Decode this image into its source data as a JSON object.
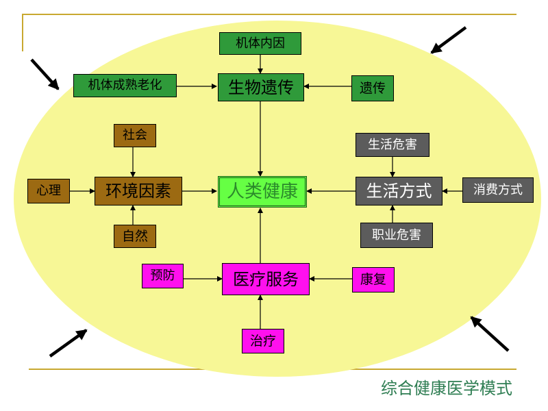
{
  "center": {
    "label": "人类健康"
  },
  "genetics": {
    "title": "生物遗传",
    "inputs": {
      "top": "机体内因",
      "left": "机体成熟老化",
      "right": "遗传"
    }
  },
  "environment": {
    "title": "环境因素",
    "inputs": {
      "top": "社会",
      "left": "心理",
      "bottom": "自然"
    }
  },
  "lifestyle": {
    "title": "生活方式",
    "inputs": {
      "top": "生活危害",
      "right": "消费方式",
      "bottom": "职业危害"
    }
  },
  "medical": {
    "title": "医疗服务",
    "inputs": {
      "left": "预防",
      "right": "康复",
      "bottom": "治疗"
    }
  },
  "caption": "综合健康医学模式",
  "colors": {
    "ellipse": "#f7f796",
    "genetics": "#2f9a3a",
    "environment": "#9c6a12",
    "lifestyle": "#5c5c5c",
    "medical": "#ff10ee",
    "center": "#66ff44",
    "frame": "#c8a830",
    "caption": "#2e7d52"
  }
}
